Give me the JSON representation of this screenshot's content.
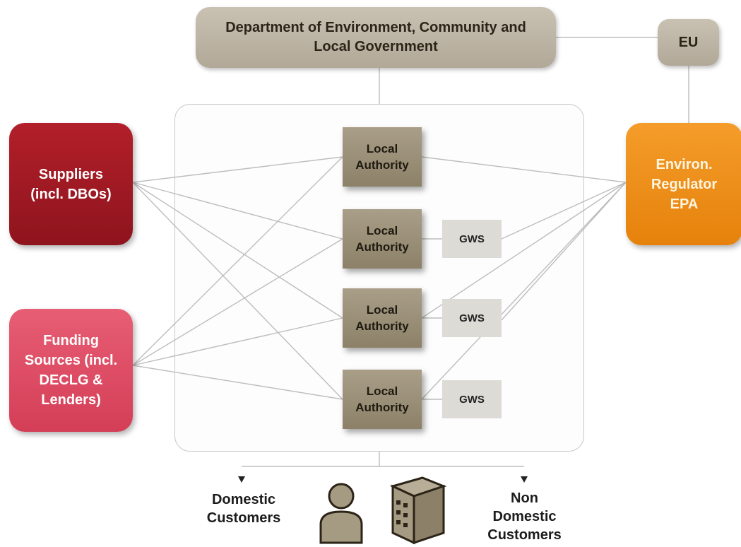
{
  "dept": {
    "label": "Department of Environment, Community and Local Government"
  },
  "eu": {
    "label": "EU"
  },
  "suppliers": {
    "label": "Suppliers (incl. DBOs)"
  },
  "funding": {
    "label": "Funding Sources (incl. DECLG & Lenders)"
  },
  "regulator": {
    "label": "Environ. Regulator EPA"
  },
  "local_authorities": [
    {
      "label": "Local Authority"
    },
    {
      "label": "Local Authority"
    },
    {
      "label": "Local Authority"
    },
    {
      "label": "Local Authority"
    }
  ],
  "gws": [
    {
      "label": "GWS"
    },
    {
      "label": "GWS"
    },
    {
      "label": "GWS"
    }
  ],
  "customers": {
    "domestic": "Domestic Customers",
    "non_domestic": "Non Domestic Customers"
  },
  "icons": [
    "person-icon",
    "building-icon"
  ],
  "colors": {
    "suppliers": "#a81b25",
    "funding": "#df4d66",
    "regulator": "#ef8f1b",
    "government": "#bdb5a6",
    "local_authority": "#998f78",
    "gws": "#dddbd6"
  }
}
